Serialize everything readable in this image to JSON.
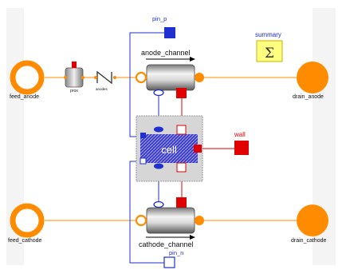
{
  "diagram": {
    "labels": {
      "pin_p": "pin_p",
      "pin_n": "pin_n",
      "anode_channel": "anode_channel",
      "cathode_channel": "cathode_channel",
      "summary": "summary",
      "summary_symbol": "Σ",
      "feed_anode": "feed_anode",
      "feed_cathode": "feed_cathode",
      "drain_anode": "drain_anode",
      "drain_cathode": "drain_cathode",
      "prox": "prox",
      "anodes": "anodes",
      "cell": "cell",
      "wall": "wall"
    },
    "colors": {
      "orange": "#ff8c00",
      "blue": "#1f2fd0",
      "red": "#e00000",
      "summary_bg": "#ffff80",
      "frame_bg": "#ececec"
    }
  }
}
